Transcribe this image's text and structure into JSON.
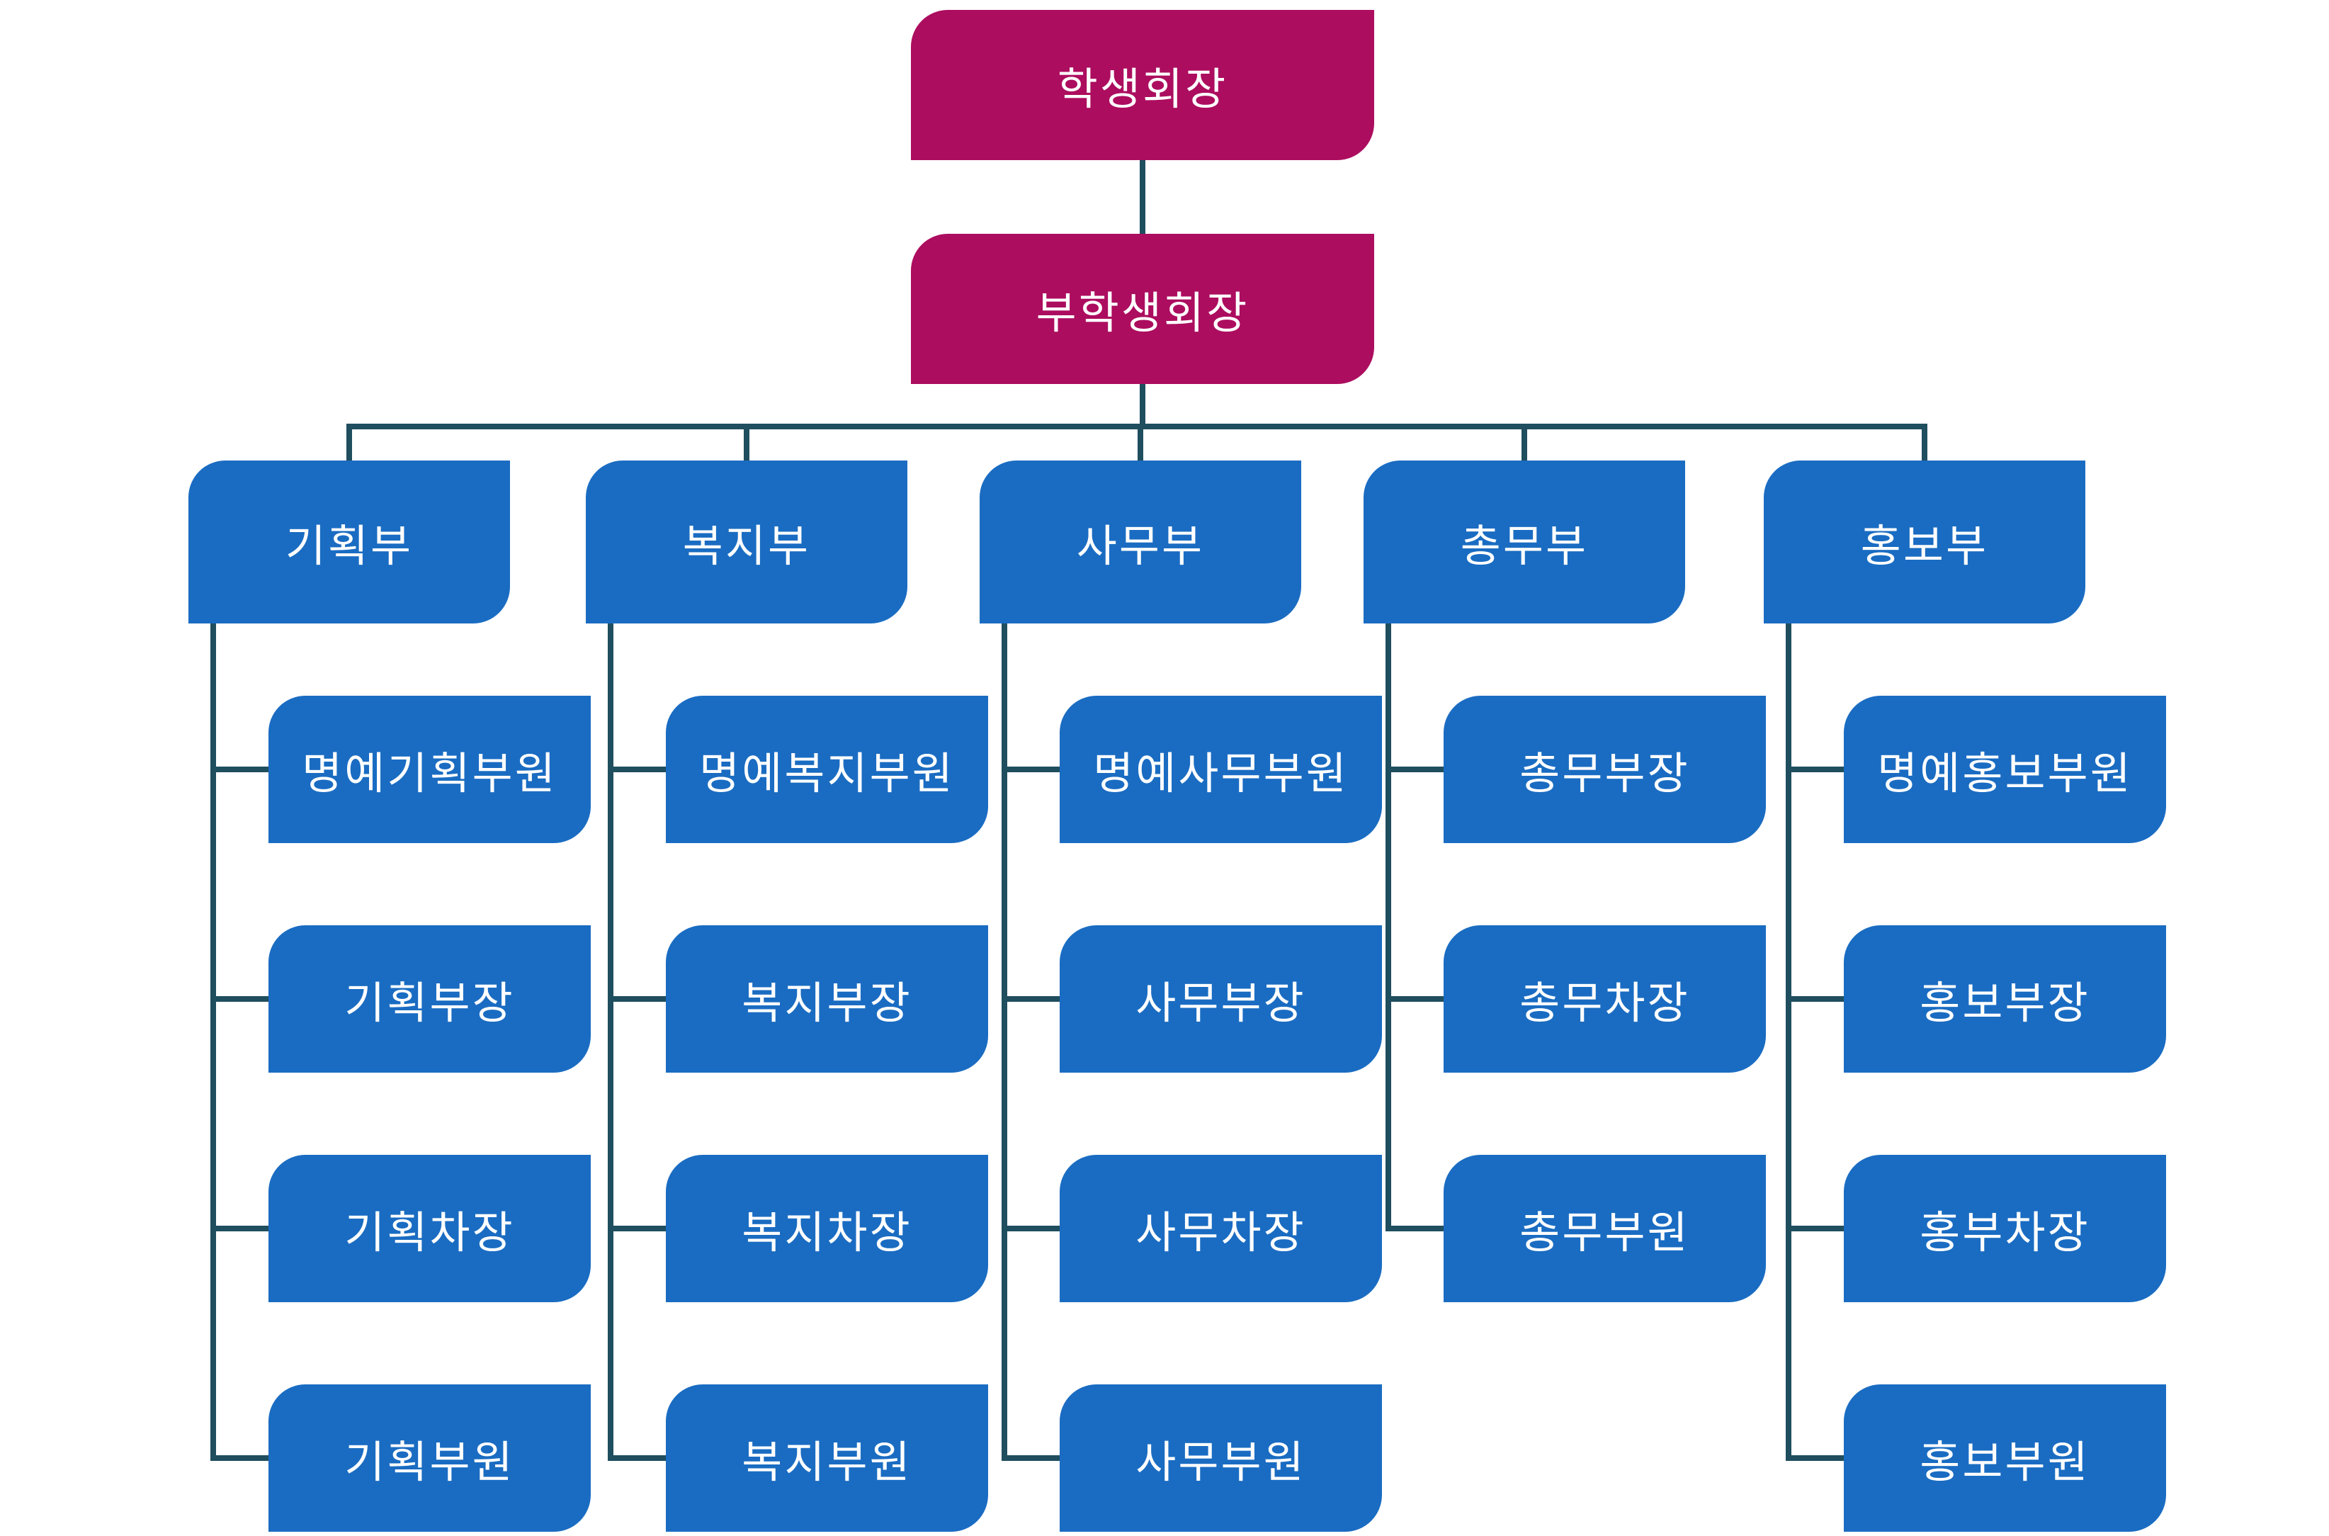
{
  "chart": {
    "type": "org-chart",
    "president": "학생회장",
    "vice_president": "부학생회장",
    "departments": [
      {
        "label": "기획부",
        "children": [
          "명예기획부원",
          "기획부장",
          "기획차장",
          "기획부원"
        ]
      },
      {
        "label": "복지부",
        "children": [
          "명예복지부원",
          "복지부장",
          "복지차장",
          "복지부원"
        ]
      },
      {
        "label": "사무부",
        "children": [
          "명예사무부원",
          "사무부장",
          "사무차장",
          "사무부원"
        ]
      },
      {
        "label": "총무부",
        "children": [
          "총무부장",
          "총무차장",
          "총무부원"
        ]
      },
      {
        "label": "홍보부",
        "children": [
          "명예홍보부원",
          "홍보부장",
          "홍부차장",
          "홍보부원"
        ]
      }
    ],
    "colors": {
      "top_level_fill": "#AC0D5F",
      "department_fill": "#1A6CC2",
      "connector": "#1F4E5F",
      "text": "#FFFFFF",
      "background": "#FFFFFF"
    }
  }
}
